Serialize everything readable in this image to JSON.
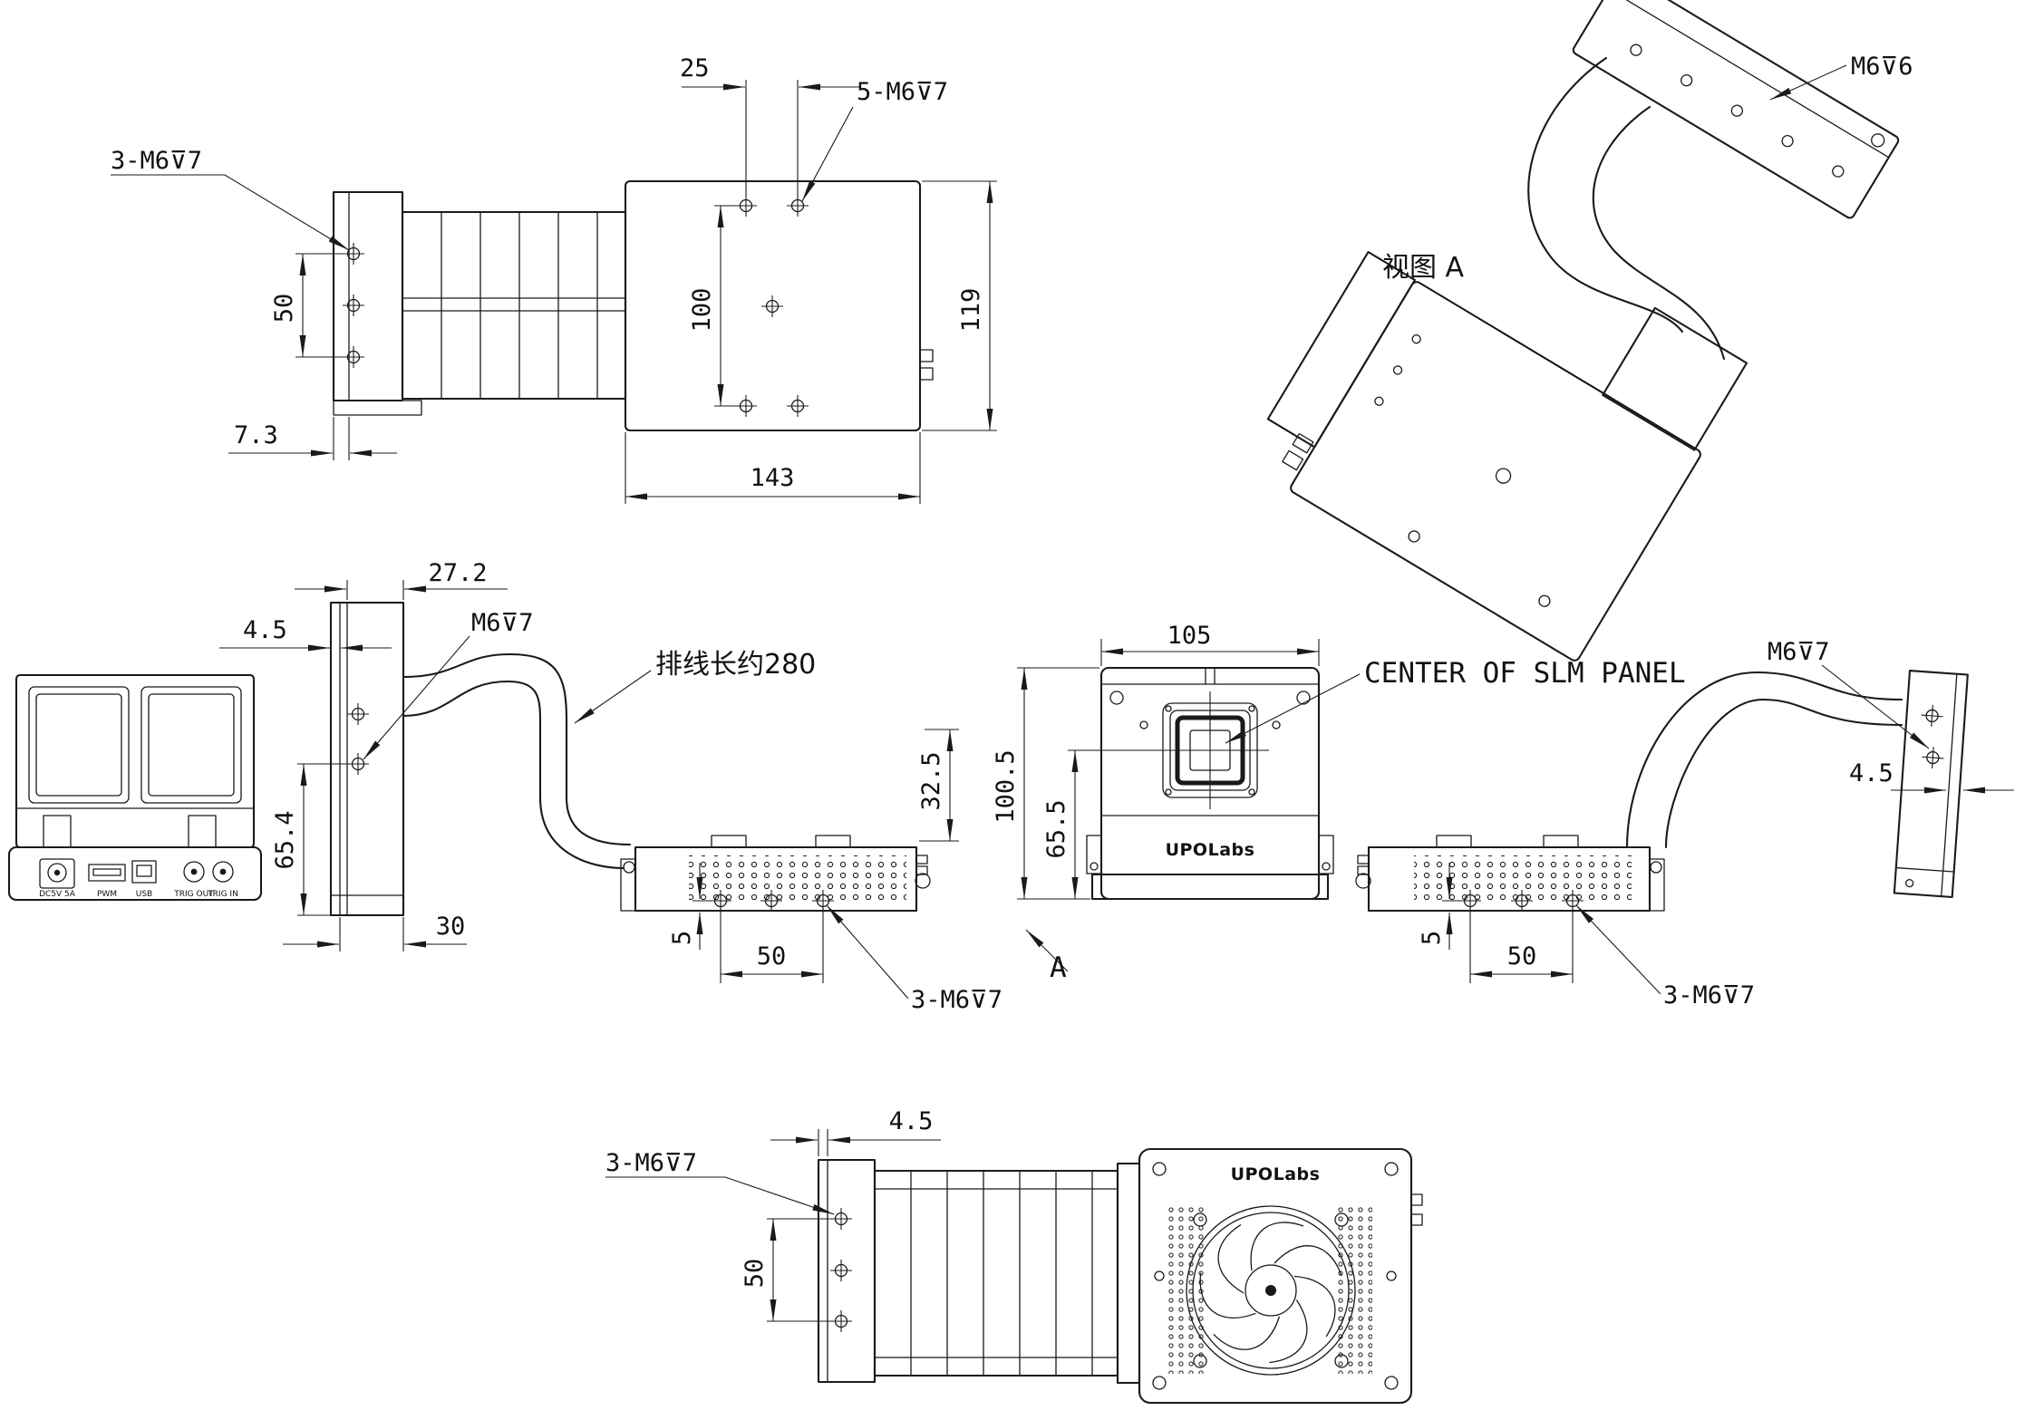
{
  "views": {
    "top": {
      "label_3m6": "3-M6⊽7",
      "dim_50": "50",
      "dim_7_3": "7.3",
      "dim_25": "25",
      "label_5m6": "5-M6⊽7",
      "dim_100": "100",
      "dim_119": "119",
      "dim_143": "143"
    },
    "iso": {
      "label_m6_6": "M6⊽6",
      "caption": "视图 A"
    },
    "side_left": {
      "dim_27_2": "27.2",
      "dim_4_5": "4.5",
      "label_m6_7": "M6⊽7",
      "dim_65_4": "65.4",
      "dim_30": "30",
      "cable_label": "排线长约280",
      "dim_32_5": "32.5",
      "dim_5": "5",
      "dim_50": "50",
      "label_3m6": "3-M6⊽7"
    },
    "front": {
      "dim_105": "105",
      "center_label": "CENTER OF SLM PANEL",
      "dim_100_5": "100.5",
      "dim_65_5": "65.5",
      "brand": "UPOLabs",
      "view_letter": "A"
    },
    "side_right": {
      "dim_5": "5",
      "dim_50": "50",
      "label_3m6": "3-M6⊽7",
      "label_m6_7": "M6⊽7",
      "dim_4_5": "4.5"
    },
    "bottom": {
      "dim_4_5": "4.5",
      "label_3m6": "3-M6⊽7",
      "dim_50": "50",
      "brand": "UPOLabs"
    },
    "controller": {
      "ports": [
        "DC5V 5A",
        "PWM",
        "USB",
        "TRIG OUT",
        "TRIG IN"
      ]
    }
  }
}
